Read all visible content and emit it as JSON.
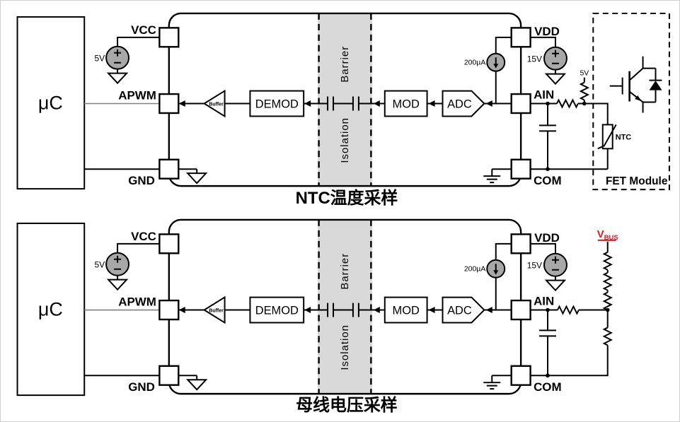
{
  "captions": {
    "top": "NTC温度采样",
    "bottom": "母线电压采样"
  },
  "mcu": {
    "label": "μC"
  },
  "pins": {
    "vcc": "VCC",
    "apwm": "APWM",
    "gnd": "GND",
    "vdd": "VDD",
    "ain": "AIN",
    "com": "COM"
  },
  "blocks": {
    "buffer": "Buffer",
    "demod": "DEMOD",
    "mod": "MOD",
    "adc": "ADC"
  },
  "barrier": {
    "label_top": "Barrier",
    "label_bottom": "Isolation"
  },
  "sources": {
    "vcc_supply": "5V",
    "vdd_supply": "15V",
    "bias_current": "200µA"
  },
  "ntc_circuit": {
    "pullup_rail": "5V",
    "thermistor": "NTC",
    "module_label": "FET Module"
  },
  "vbus_circuit": {
    "rail": "V",
    "rail_subscript": "BUS"
  },
  "colors": {
    "vbus_red": "#e8171d",
    "barrier_gray": "#d9d9d9",
    "source_gray": "#a8a8a8"
  }
}
